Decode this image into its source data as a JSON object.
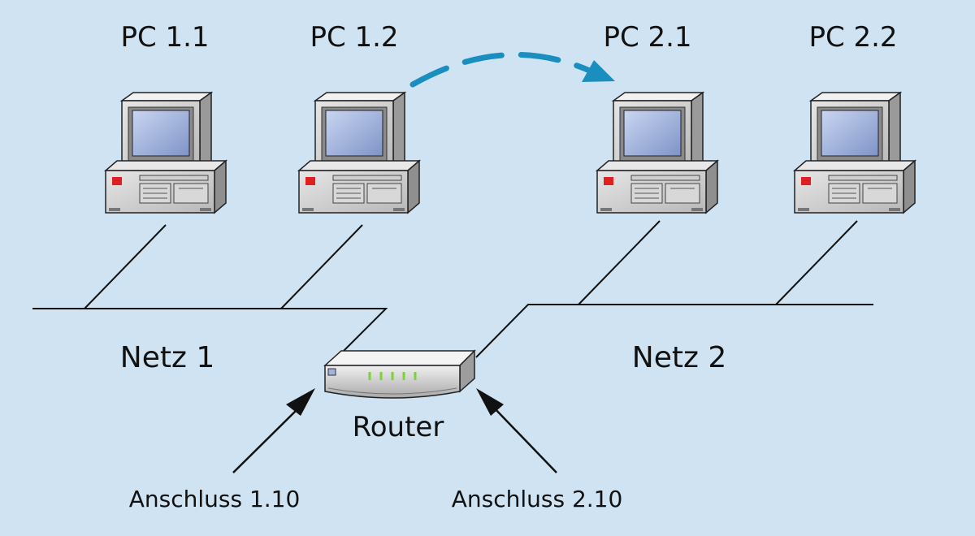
{
  "pcs": [
    {
      "label": "PC 1.1"
    },
    {
      "label": "PC 1.2"
    },
    {
      "label": "PC 2.1"
    },
    {
      "label": "PC 2.2"
    }
  ],
  "networks": [
    {
      "label": "Netz 1"
    },
    {
      "label": "Netz 2"
    }
  ],
  "router": {
    "label": "Router"
  },
  "ports": [
    {
      "label": "Anschluss 1.10"
    },
    {
      "label": "Anschluss 2.10"
    }
  ],
  "colors": {
    "background": "#cfe3f2",
    "flow_arrow": "#1a8fbf",
    "line": "#111111"
  },
  "icons": {
    "pc": "desktop-computer-icon",
    "router": "router-icon"
  }
}
